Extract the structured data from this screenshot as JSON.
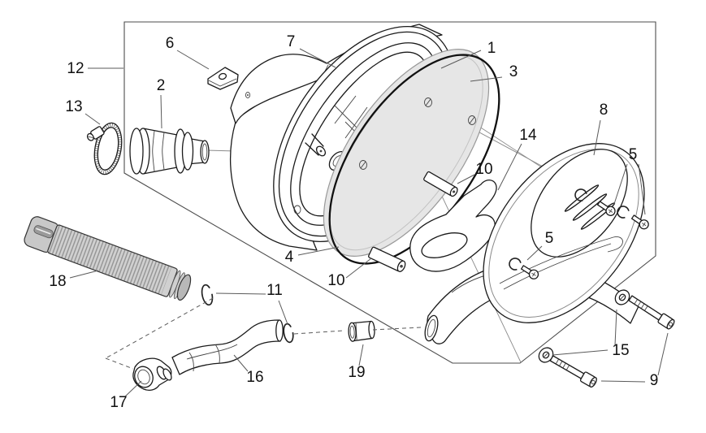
{
  "figure": {
    "kind": "exploded-parts-diagram",
    "background": "#ffffff"
  },
  "colors": {
    "line": "#1a1a1a",
    "leader": "#5a5a5a",
    "border": "#4d4d4d",
    "filter_fill": "#e6e6e6",
    "hose_body": "#d0d0d0",
    "hose_ribs": "#666666",
    "hose_end_cap": "#b8b8b8",
    "hose_intake_cap": "#c8c8c8",
    "hose_slot": "#9a9a9a",
    "label_text": "#111111"
  },
  "callouts": {
    "c1": "1",
    "c2": "2",
    "c3": "3",
    "c4": "4",
    "c5a": "5",
    "c5b": "5",
    "c6": "6",
    "c7": "7",
    "c8": "8",
    "c9": "9",
    "c10a": "10",
    "c10b": "10",
    "c11": "11",
    "c12": "12",
    "c13": "13",
    "c14": "14",
    "c15": "15",
    "c16": "16",
    "c17": "17",
    "c18": "18",
    "c19": "19"
  }
}
